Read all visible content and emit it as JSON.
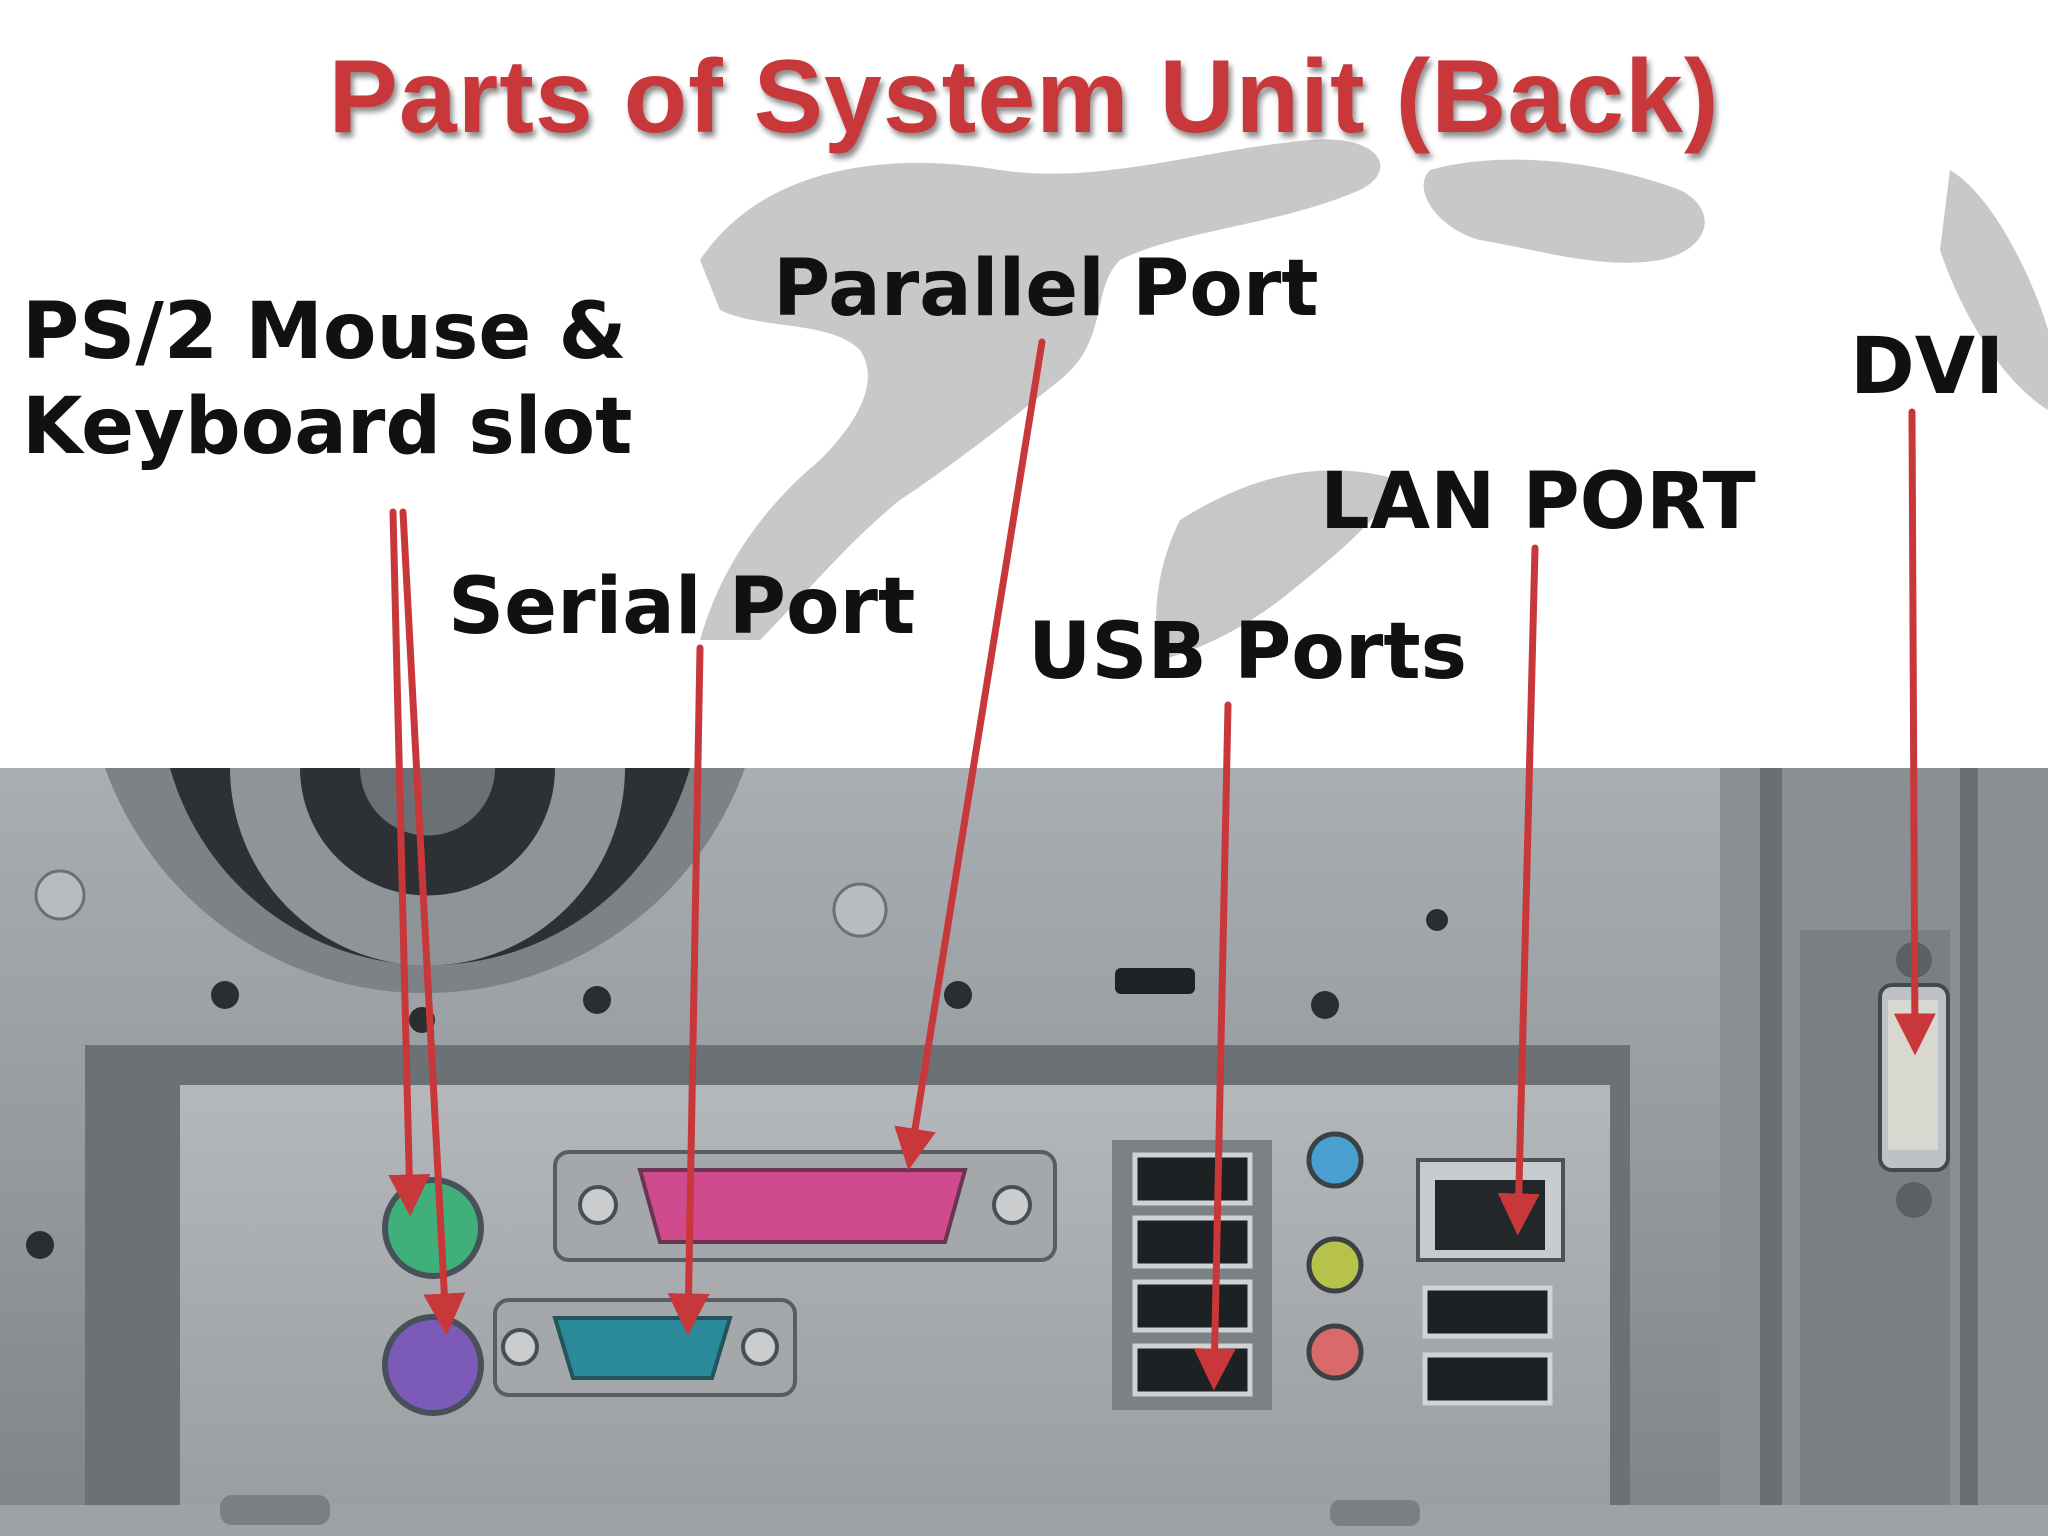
{
  "slide": {
    "title": "Parts of System Unit (Back)",
    "title_color": "#c8373a",
    "arrow_color": "#c8373a",
    "background": "#ffffff"
  },
  "labels": {
    "ps2_line1": "PS/2 Mouse &",
    "ps2_line2": "Keyboard slot",
    "parallel": "Parallel Port",
    "serial": "Serial Port",
    "usb": "USB Ports",
    "lan": "LAN PORT",
    "dvi": "DVI"
  }
}
